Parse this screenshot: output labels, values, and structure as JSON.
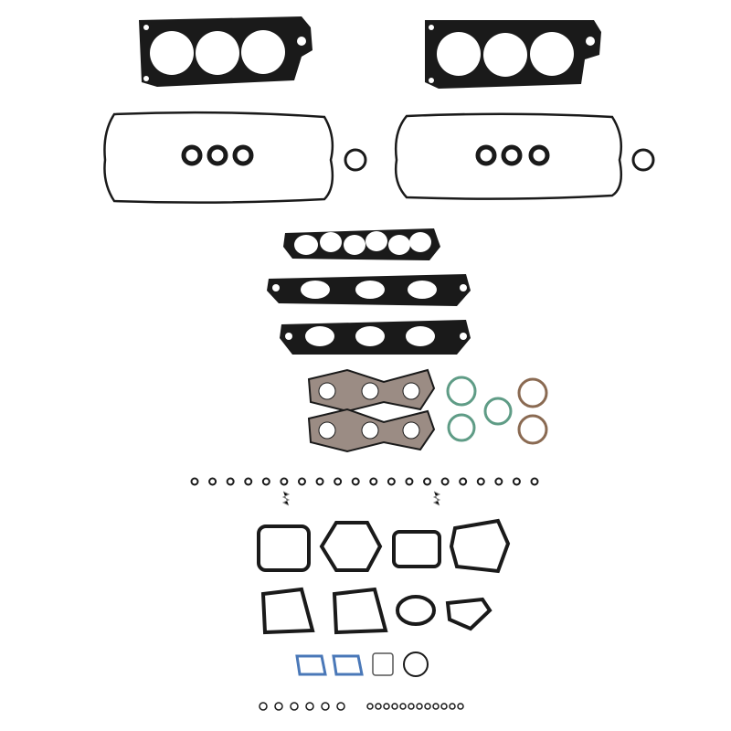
{
  "colors": {
    "background": "#ffffff",
    "gasket_black": "#1a1a1a",
    "exhaust_fill": "#9b8c84",
    "green_ring": "#5f9c86",
    "brown_ring": "#8a6a52",
    "blue_gasket": "#4a78b8"
  },
  "parts": {
    "head_gaskets": 2,
    "valve_cover_gaskets": 2,
    "intake_gaskets": 3,
    "exhaust_gaskets": 2,
    "valve_seals": 20,
    "small_orings": 18
  }
}
